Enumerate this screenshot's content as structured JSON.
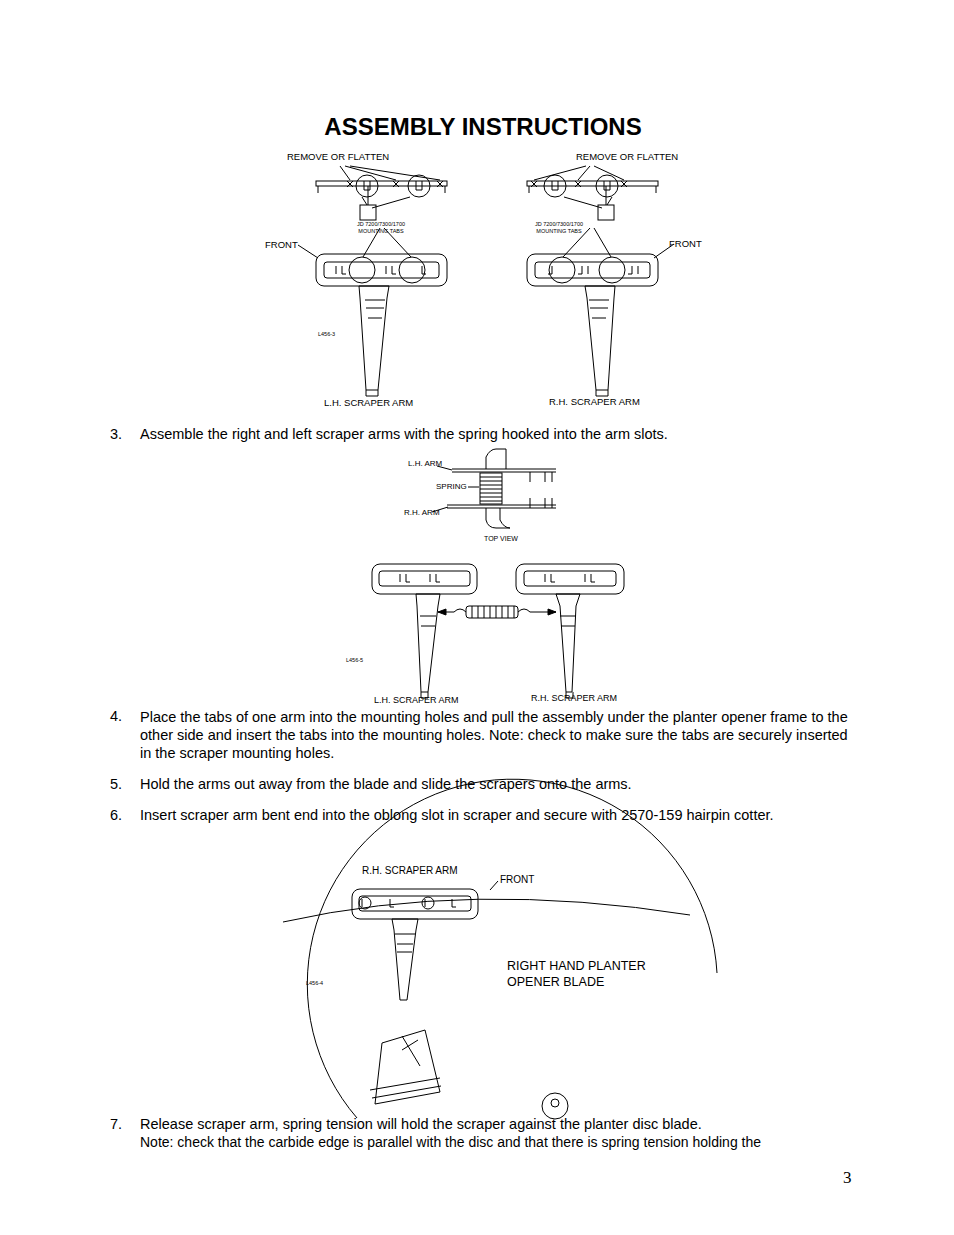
{
  "diagram": {
    "title": "ASSEMBLY INSTRUCTIONS",
    "labels": [
      "REMOVE OR FLATTEN",
      "JD 7200/7300/1700 MOUNTING TABS",
      "FRONT",
      "L456-3",
      "L.H. SCRAPER ARM",
      "REMOVE OR FLATTEN",
      "JD 7200/7300/1700 MOUNTING TABS",
      "FRONT",
      "R.H. SCRAPER ARM",
      "3.",
      "Assemble the right and left scraper arms with the spring hooked into the arm slots.",
      "L.H. ARM",
      "SPRING",
      "R.H. ARM",
      "TOP VIEW",
      "L456-5",
      "L.H. SCRAPER ARM",
      "R.H. SCRAPER ARM",
      "4.",
      "Place the tabs of one arm into the mounting holes and pull the assembly under the planter opener frame to the other side and insert the tabs into the mounting holes.  Note:  check to make sure the tabs are securely inserted in the scraper mounting holes.",
      "5.",
      "Hold the arms out away from the blade and slide the scrapers onto the arms.",
      "6.",
      "Insert  scraper arm bent end into the oblong slot in scraper and secure with 2570-159 hairpin cotter.",
      "R.H. SCRAPER ARM",
      "FRONT",
      "L456-4",
      "RIGHT HAND PLANTER OPENER BLADE",
      "7.",
      "Release scraper arm, spring tension will hold the scraper against the planter disc blade.",
      "Note:  check that the carbide edge is parallel with the disc and that there is spring tension holding the",
      "3"
    ]
  }
}
